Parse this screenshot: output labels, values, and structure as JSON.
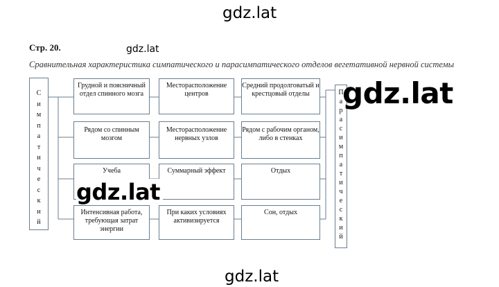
{
  "watermarks": {
    "top": "gdz.lat",
    "small": "gdz.lat",
    "big_right": "gdz.lat",
    "big_left": "gdz.lat",
    "bottom": "gdz.lat"
  },
  "page_number": "Стр. 20.",
  "title": "Сравнительная характеристика симпатического и парасимпатического отделов  вегетативной нервной системы",
  "left_label": [
    "С",
    "и",
    "м",
    "п",
    "а",
    "т",
    "и",
    "ч",
    "е",
    "с",
    "к",
    "и",
    "й"
  ],
  "right_label": [
    "П",
    "а",
    "р",
    "а",
    "с",
    "и",
    "м",
    "п",
    "а",
    "т",
    "и",
    "ч",
    "е",
    "с",
    "к",
    "и",
    "й"
  ],
  "rows": [
    {
      "symp": "Грудной и поясничный отдел спинного мозга",
      "criterion": "Месторасположение центров",
      "parasymp": "Средний продолговатый и крестцовый отделы"
    },
    {
      "symp": "Рядом со спинным мозгом",
      "criterion": "Месторасположение нервных узлов",
      "parasymp": "Рядом с рабочим органом, либо в стенках"
    },
    {
      "symp": "Учеба",
      "criterion": "Суммарный эффект",
      "parasymp": "Отдых"
    },
    {
      "symp": "Интенсивная работа, требующая затрат энергии",
      "criterion": "При каких условиях активизируется",
      "parasymp": "Сон, отдых"
    }
  ]
}
